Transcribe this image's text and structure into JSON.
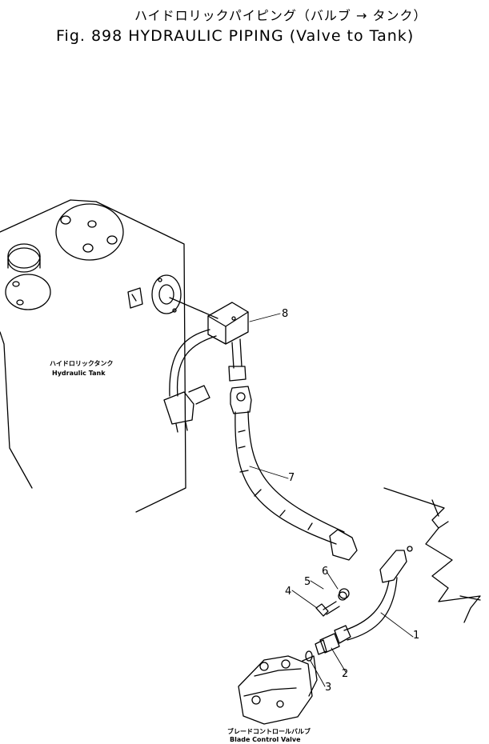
{
  "title": {
    "japanese": "ハイドロリックパイピング（バルブ → タンク）",
    "english": "Fig. 898 HYDRAULIC PIPING (Valve to Tank)"
  },
  "labels": {
    "tank_jp": "ハイドロリックタンク",
    "tank_en": "Hydraulic Tank",
    "valve_jp": "ブレードコントロールバルブ",
    "valve_en": "Blade Control Valve"
  },
  "callouts": [
    "1",
    "2",
    "3",
    "4",
    "5",
    "6",
    "7",
    "8"
  ]
}
